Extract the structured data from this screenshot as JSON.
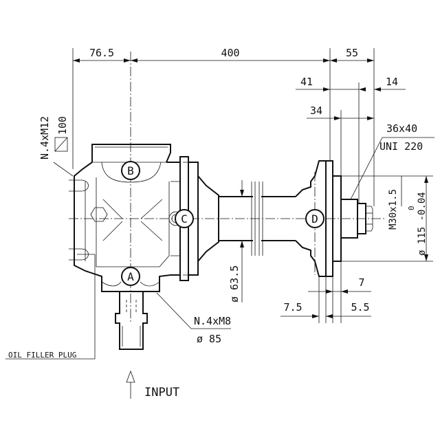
{
  "dimensions": {
    "d_76_5": "76.5",
    "d_400": "400",
    "d_55": "55",
    "d_41": "41",
    "d_14": "14",
    "d_34": "34",
    "d_36x40": "36x40",
    "d_uni220": "UNI 220",
    "d_m12": "N.4xM12",
    "d_100": "100",
    "d_m30": "M30x1.5",
    "d_tol_upper": "0",
    "d_tol_value": "ø 115 -0.04",
    "d_63_5": "ø 63.5",
    "d_7": "7",
    "d_7_5": "7.5",
    "d_5_5": "5.5",
    "d_m8": "N.4xM8",
    "d_85": "ø 85"
  },
  "labels": {
    "point_a": "A",
    "point_b": "B",
    "point_c": "C",
    "point_d": "D",
    "oil_filler_plug": "OIL FILLER PLUG",
    "input": "INPUT"
  }
}
